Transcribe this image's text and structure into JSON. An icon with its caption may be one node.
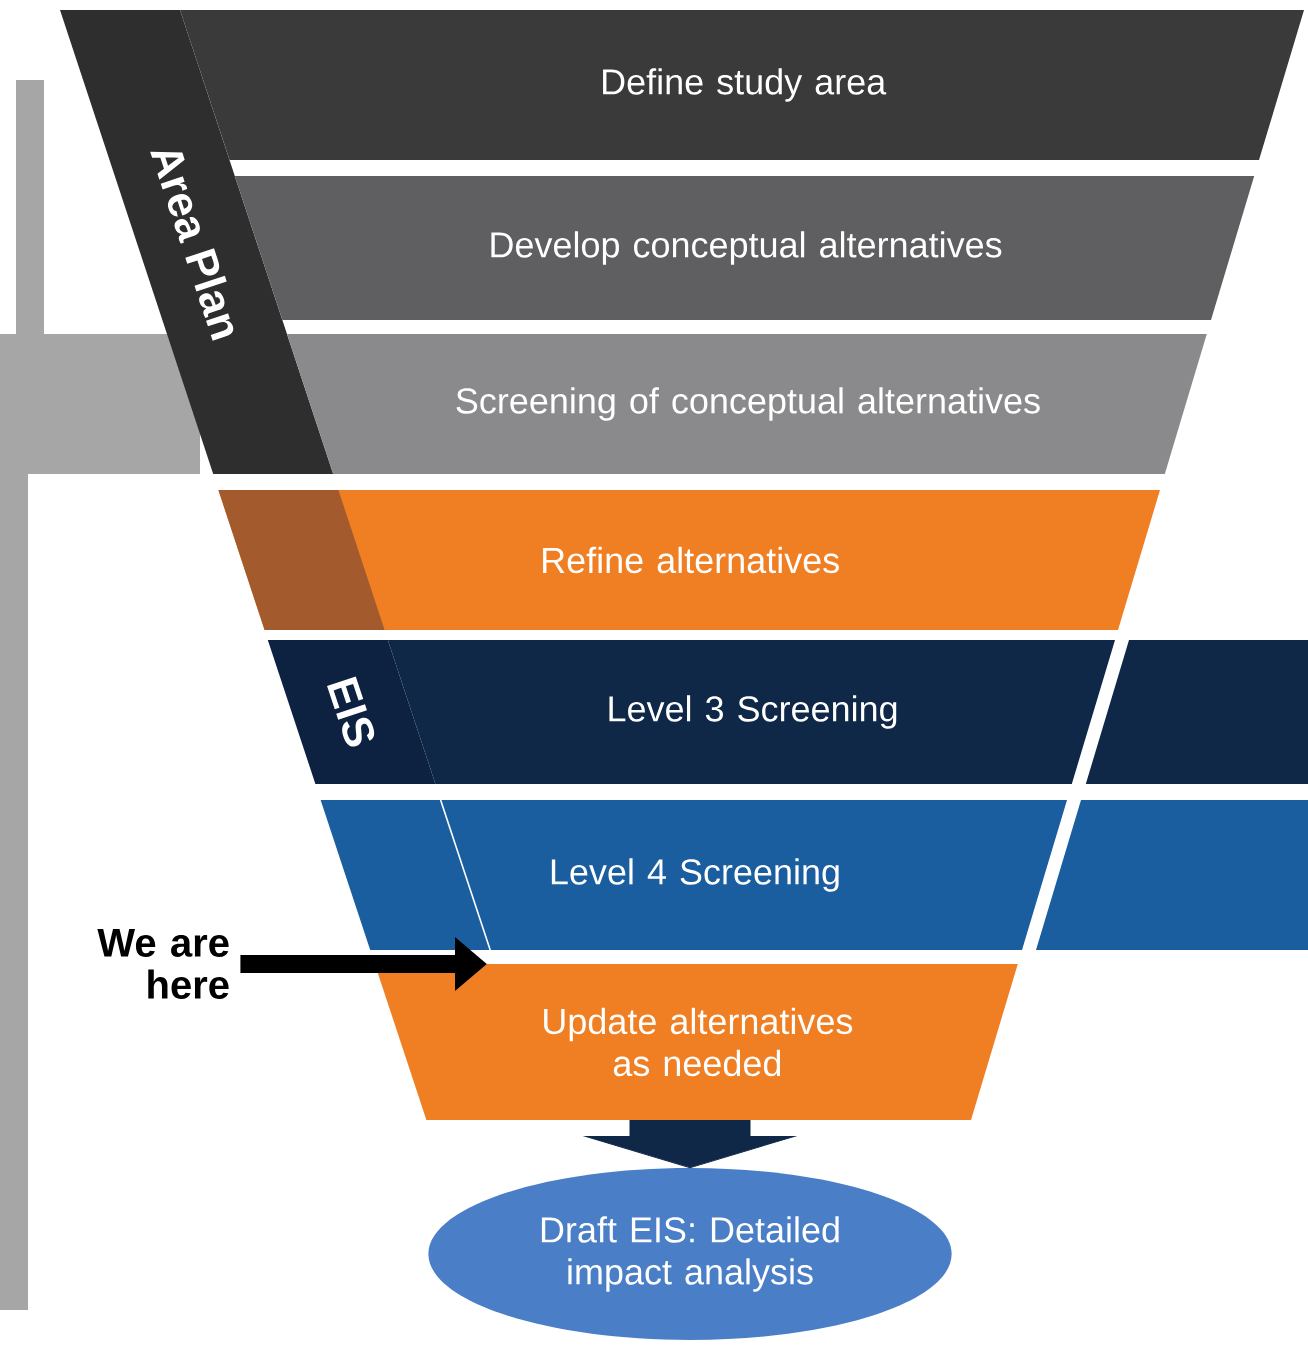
{
  "diagram": {
    "nodes": [
      {
        "text": [
          "Area Plan"
        ]
      },
      {
        "text": [
          "Define study area"
        ]
      },
      {
        "text": [
          "Develop conceptual alternatives"
        ]
      },
      {
        "text": [
          "Screening of conceptual alternatives"
        ]
      },
      {
        "text": [
          "Refine alternatives"
        ]
      },
      {
        "text": [
          "EIS"
        ]
      },
      {
        "text": [
          "Level 3 Screening"
        ]
      },
      {
        "text": [
          "Level 4 Screening"
        ]
      },
      {
        "text": [
          "We are here"
        ]
      },
      {
        "text": [
          "Update alternatives as needed"
        ]
      },
      {
        "text": [
          "Draft EIS: Detailed impact analysis"
        ]
      }
    ],
    "edges": [
      {
        "from": 8,
        "to": 9,
        "arrow": "to",
        "color": "#000000"
      },
      {
        "from": 9,
        "to": 10,
        "arrow": "to",
        "style": "thick",
        "color": "#0f2848"
      }
    ]
  }
}
